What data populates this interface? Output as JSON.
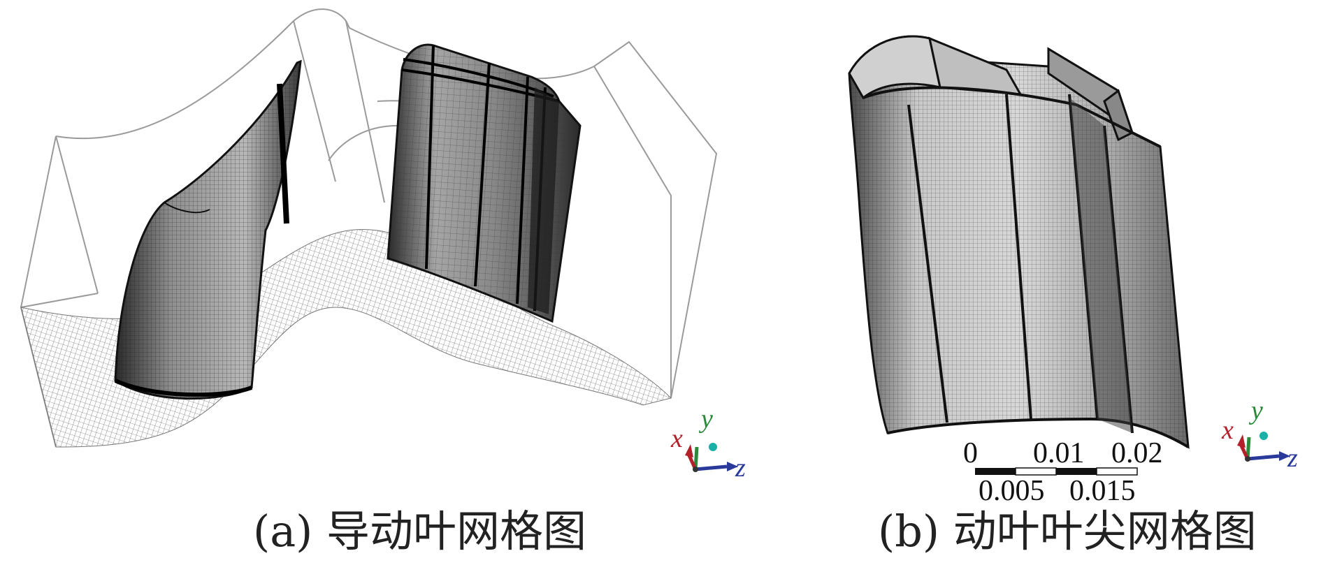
{
  "panel_a": {
    "caption": "(a) 导动叶网格图",
    "axes": {
      "x": "x",
      "y": "y",
      "z": "z"
    }
  },
  "panel_b": {
    "caption": "(b) 动叶叶尖网格图",
    "axes": {
      "x": "x",
      "y": "y",
      "z": "z"
    },
    "scale_bar": {
      "top_labels": [
        "0",
        "0.01",
        "0.02"
      ],
      "bottom_labels": [
        "0.005",
        "0.015"
      ]
    }
  },
  "colors": {
    "axis_x": "#b3202a",
    "axis_y": "#2a8a3a",
    "axis_z": "#2a3a9a",
    "wireframe": "#9a9a9a",
    "mesh": "#1a1a1a",
    "blade_fill": "#8a8a8a"
  }
}
